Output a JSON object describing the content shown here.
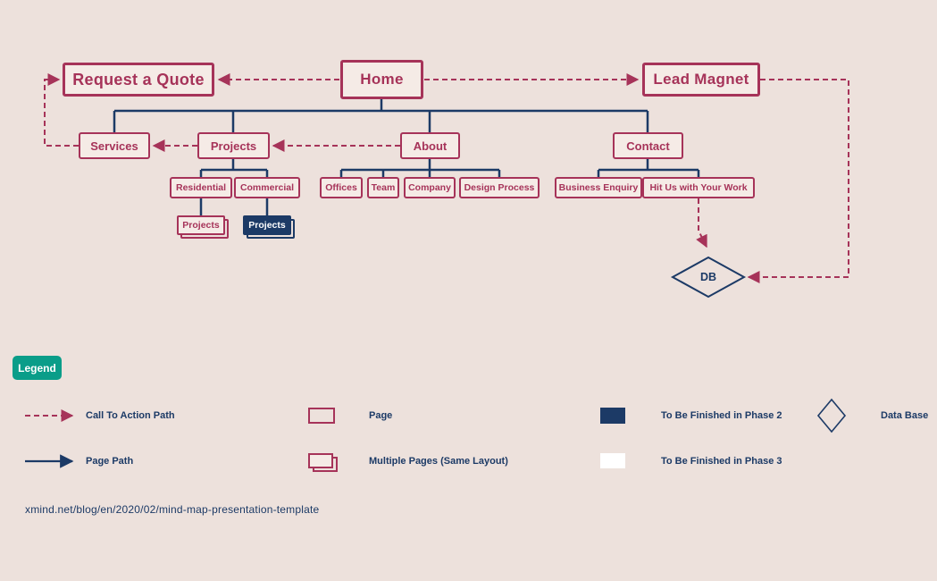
{
  "colors": {
    "background": "#ede1dc",
    "crimson": "#a63359",
    "navy": "#1c3a66",
    "teal": "#0a9d89",
    "box_fill": "#f5ebe6",
    "white": "#ffffff"
  },
  "nodes": {
    "home": "Home",
    "request_quote": "Request a Quote",
    "lead_magnet": "Lead Magnet",
    "services": "Services",
    "projects": "Projects",
    "about": "About",
    "contact": "Contact",
    "residential": "Residential",
    "commercial": "Commercial",
    "residential_projects": "Projects",
    "commercial_projects": "Projects",
    "offices": "Offices",
    "team": "Team",
    "company": "Company",
    "design_process": "Design Process",
    "business_enquiry": "Business Enquiry",
    "hit_us": "Hit Us with Your Work",
    "db": "DB"
  },
  "edges": {
    "cta_paths": [
      {
        "from": "Home",
        "to": "Request a Quote"
      },
      {
        "from": "Home",
        "to": "Lead Magnet"
      },
      {
        "from": "About",
        "to": "Projects"
      },
      {
        "from": "Projects",
        "to": "Services"
      },
      {
        "from": "Services",
        "to": "Request a Quote"
      },
      {
        "from": "Hit Us with Your Work",
        "to": "DB"
      },
      {
        "from": "Lead Magnet",
        "to": "DB"
      }
    ],
    "page_paths": [
      {
        "from": "Home",
        "to": [
          "Services",
          "Projects",
          "About",
          "Contact"
        ]
      },
      {
        "from": "Projects",
        "to": [
          "Residential",
          "Commercial"
        ]
      },
      {
        "from": "Residential",
        "to": [
          "Projects"
        ]
      },
      {
        "from": "Commercial",
        "to": [
          "Projects"
        ]
      },
      {
        "from": "About",
        "to": [
          "Offices",
          "Team",
          "Company",
          "Design Process"
        ]
      },
      {
        "from": "Contact",
        "to": [
          "Business Enquiry",
          "Hit Us with Your Work"
        ]
      }
    ]
  },
  "legend": {
    "title": "Legend",
    "items": [
      {
        "label": "Call To Action Path",
        "symbol": "dashed-crimson-arrow"
      },
      {
        "label": "Page",
        "symbol": "crimson-outline-rect"
      },
      {
        "label": "To Be Finished in Phase 2",
        "symbol": "navy-filled-rect"
      },
      {
        "label": "Data Base",
        "symbol": "navy-diamond-outline"
      },
      {
        "label": "Page Path",
        "symbol": "solid-navy-arrow"
      },
      {
        "label": "Multiple Pages (Same Layout)",
        "symbol": "stacked-rects"
      },
      {
        "label": "To Be Finished in Phase 3",
        "symbol": "white-filled-rect"
      }
    ]
  },
  "footer": {
    "url": "xmind.net/blog/en/2020/02/mind-map-presentation-template"
  }
}
